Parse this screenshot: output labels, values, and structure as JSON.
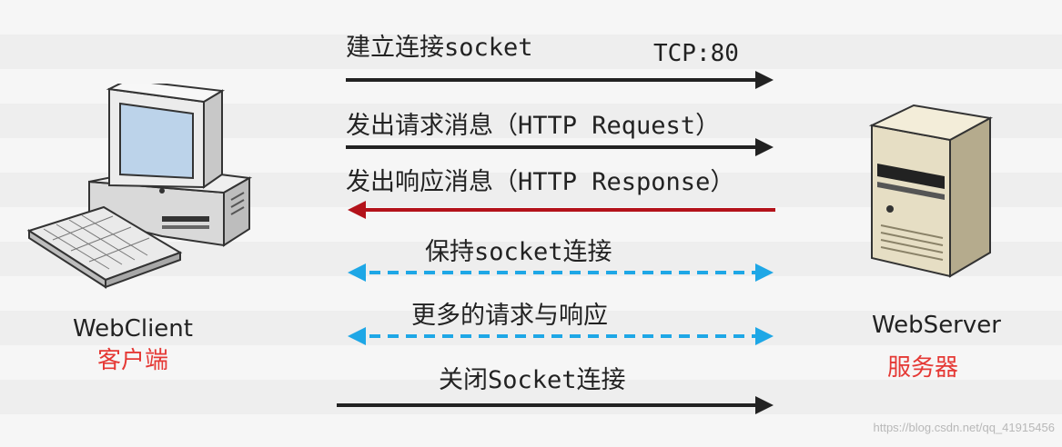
{
  "client": {
    "name": "WebClient",
    "name_cn": "客户端",
    "cn_color": "#e53935"
  },
  "server": {
    "name": "WebServer",
    "name_cn": "服务器",
    "cn_color": "#e53935"
  },
  "port_label": "TCP:80",
  "messages": [
    {
      "id": "connect",
      "label": "建立连接socket",
      "direction": "to-server",
      "style": "solid",
      "color": "#222222"
    },
    {
      "id": "request",
      "label": "发出请求消息（HTTP Request）",
      "direction": "to-server",
      "style": "solid",
      "color": "#222222"
    },
    {
      "id": "response",
      "label": "发出响应消息（HTTP Response）",
      "direction": "to-client",
      "style": "solid",
      "color": "#b3121a"
    },
    {
      "id": "keepalive",
      "label": "保持socket连接",
      "direction": "both",
      "style": "dashed",
      "color": "#1ea7e6"
    },
    {
      "id": "more",
      "label": "更多的请求与响应",
      "direction": "both",
      "style": "dashed",
      "color": "#1ea7e6"
    },
    {
      "id": "close",
      "label": "关闭Socket连接",
      "direction": "to-server",
      "style": "solid",
      "color": "#222222"
    }
  ],
  "watermark": "https://blog.csdn.net/qq_41915456"
}
